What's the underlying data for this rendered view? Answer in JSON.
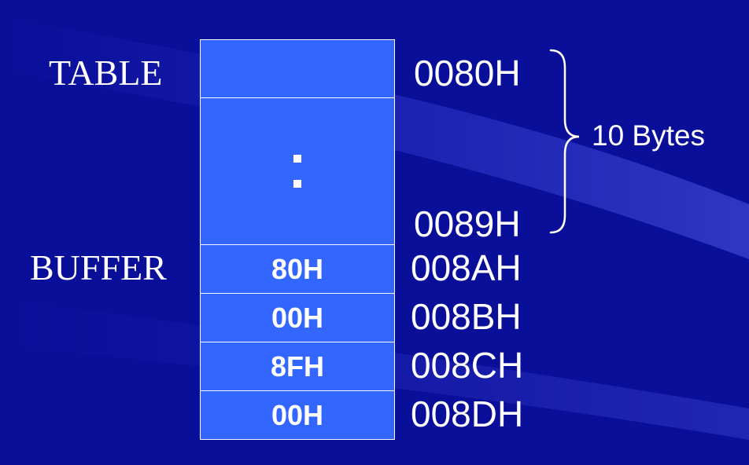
{
  "colors": {
    "background": "#0a0f9a",
    "cell_fill": "#3366ff",
    "border": "#ffffff",
    "text": "#ffffff"
  },
  "labels": {
    "table": "TABLE",
    "buffer": "BUFFER"
  },
  "table_addresses": {
    "start": "0080H",
    "end": "0089H"
  },
  "range": {
    "label": "10 Bytes"
  },
  "buffer_cells": [
    {
      "value": "80H",
      "address": "008AH"
    },
    {
      "value": "00H",
      "address": "008BH"
    },
    {
      "value": "8FH",
      "address": "008CH"
    },
    {
      "value": "00H",
      "address": "008DH"
    }
  ]
}
